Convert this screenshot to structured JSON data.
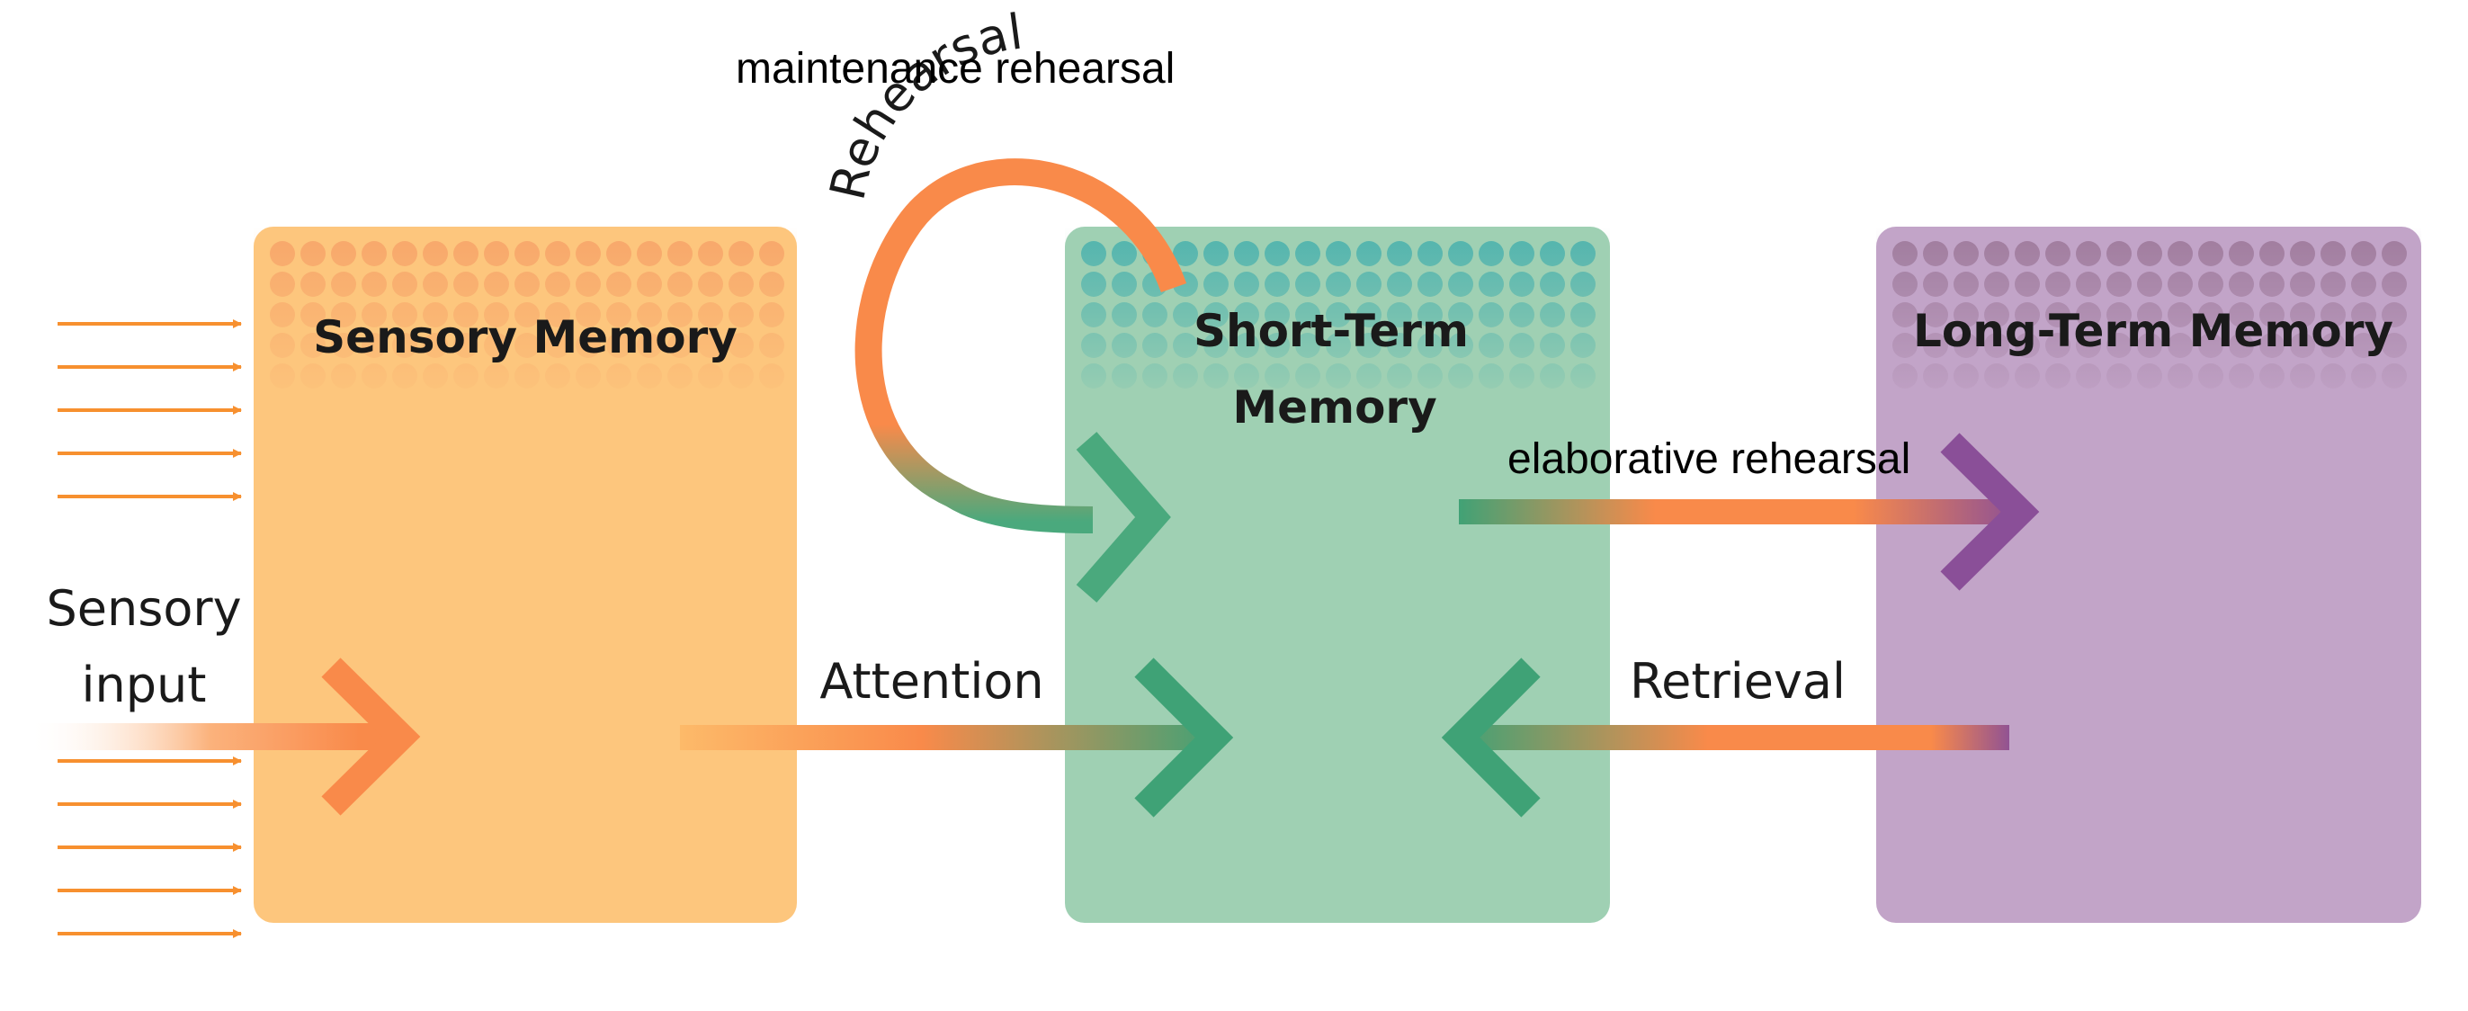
{
  "labels": {
    "maintenance": "maintenance rehearsal",
    "rehearsal": "Rehearsal",
    "sensory_memory": "Sensory Memory",
    "short_term_1": "Short-Term",
    "short_term_2": "Memory",
    "long_term": "Long-Term Memory",
    "elaborative": "elaborative rehearsal",
    "sensory_input_1": "Sensory",
    "sensory_input_2": "input",
    "attention": "Attention",
    "retrieval": "Retrieval"
  },
  "colors": {
    "sensory_box": "#fdc67d",
    "sensory_dots": "#f7a66a",
    "short_term_box": "#9fd0b3",
    "short_term_dots": "#4fb3ae",
    "long_term_box": "#c2a4c8",
    "long_term_dots": "#9f7b9c",
    "orange": "#f98a4a",
    "green": "#4aa97d",
    "purple": "#8a4f98",
    "input_arrow": "#f7902f"
  }
}
